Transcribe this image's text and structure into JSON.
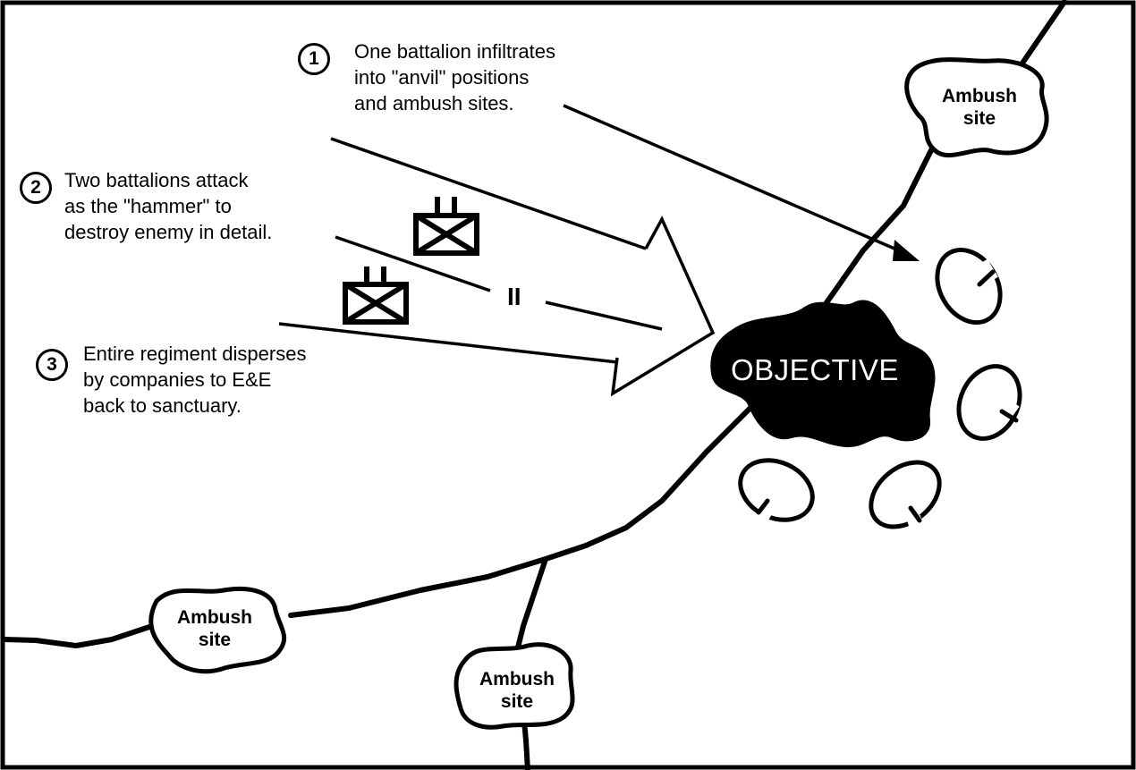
{
  "callouts": [
    {
      "number": "1",
      "lines": [
        "One battalion infiltrates",
        "into \"anvil\" positions",
        "and ambush sites."
      ]
    },
    {
      "number": "2",
      "lines": [
        "Two battalions attack",
        "as the \"hammer\" to",
        "destroy enemy in detail."
      ]
    },
    {
      "number": "3",
      "lines": [
        "Entire regiment disperses",
        "by companies to E&E",
        "back to sanctuary."
      ]
    }
  ],
  "objective_label": "OBJECTIVE",
  "ambush_sites": [
    {
      "line1": "Ambush",
      "line2": "site"
    },
    {
      "line1": "Ambush",
      "line2": "site"
    },
    {
      "line1": "Ambush",
      "line2": "site"
    }
  ],
  "unit_size_marker": "II",
  "colors": {
    "ink": "#000000",
    "background": "#ffffff",
    "objective_text": "#ffffff"
  }
}
